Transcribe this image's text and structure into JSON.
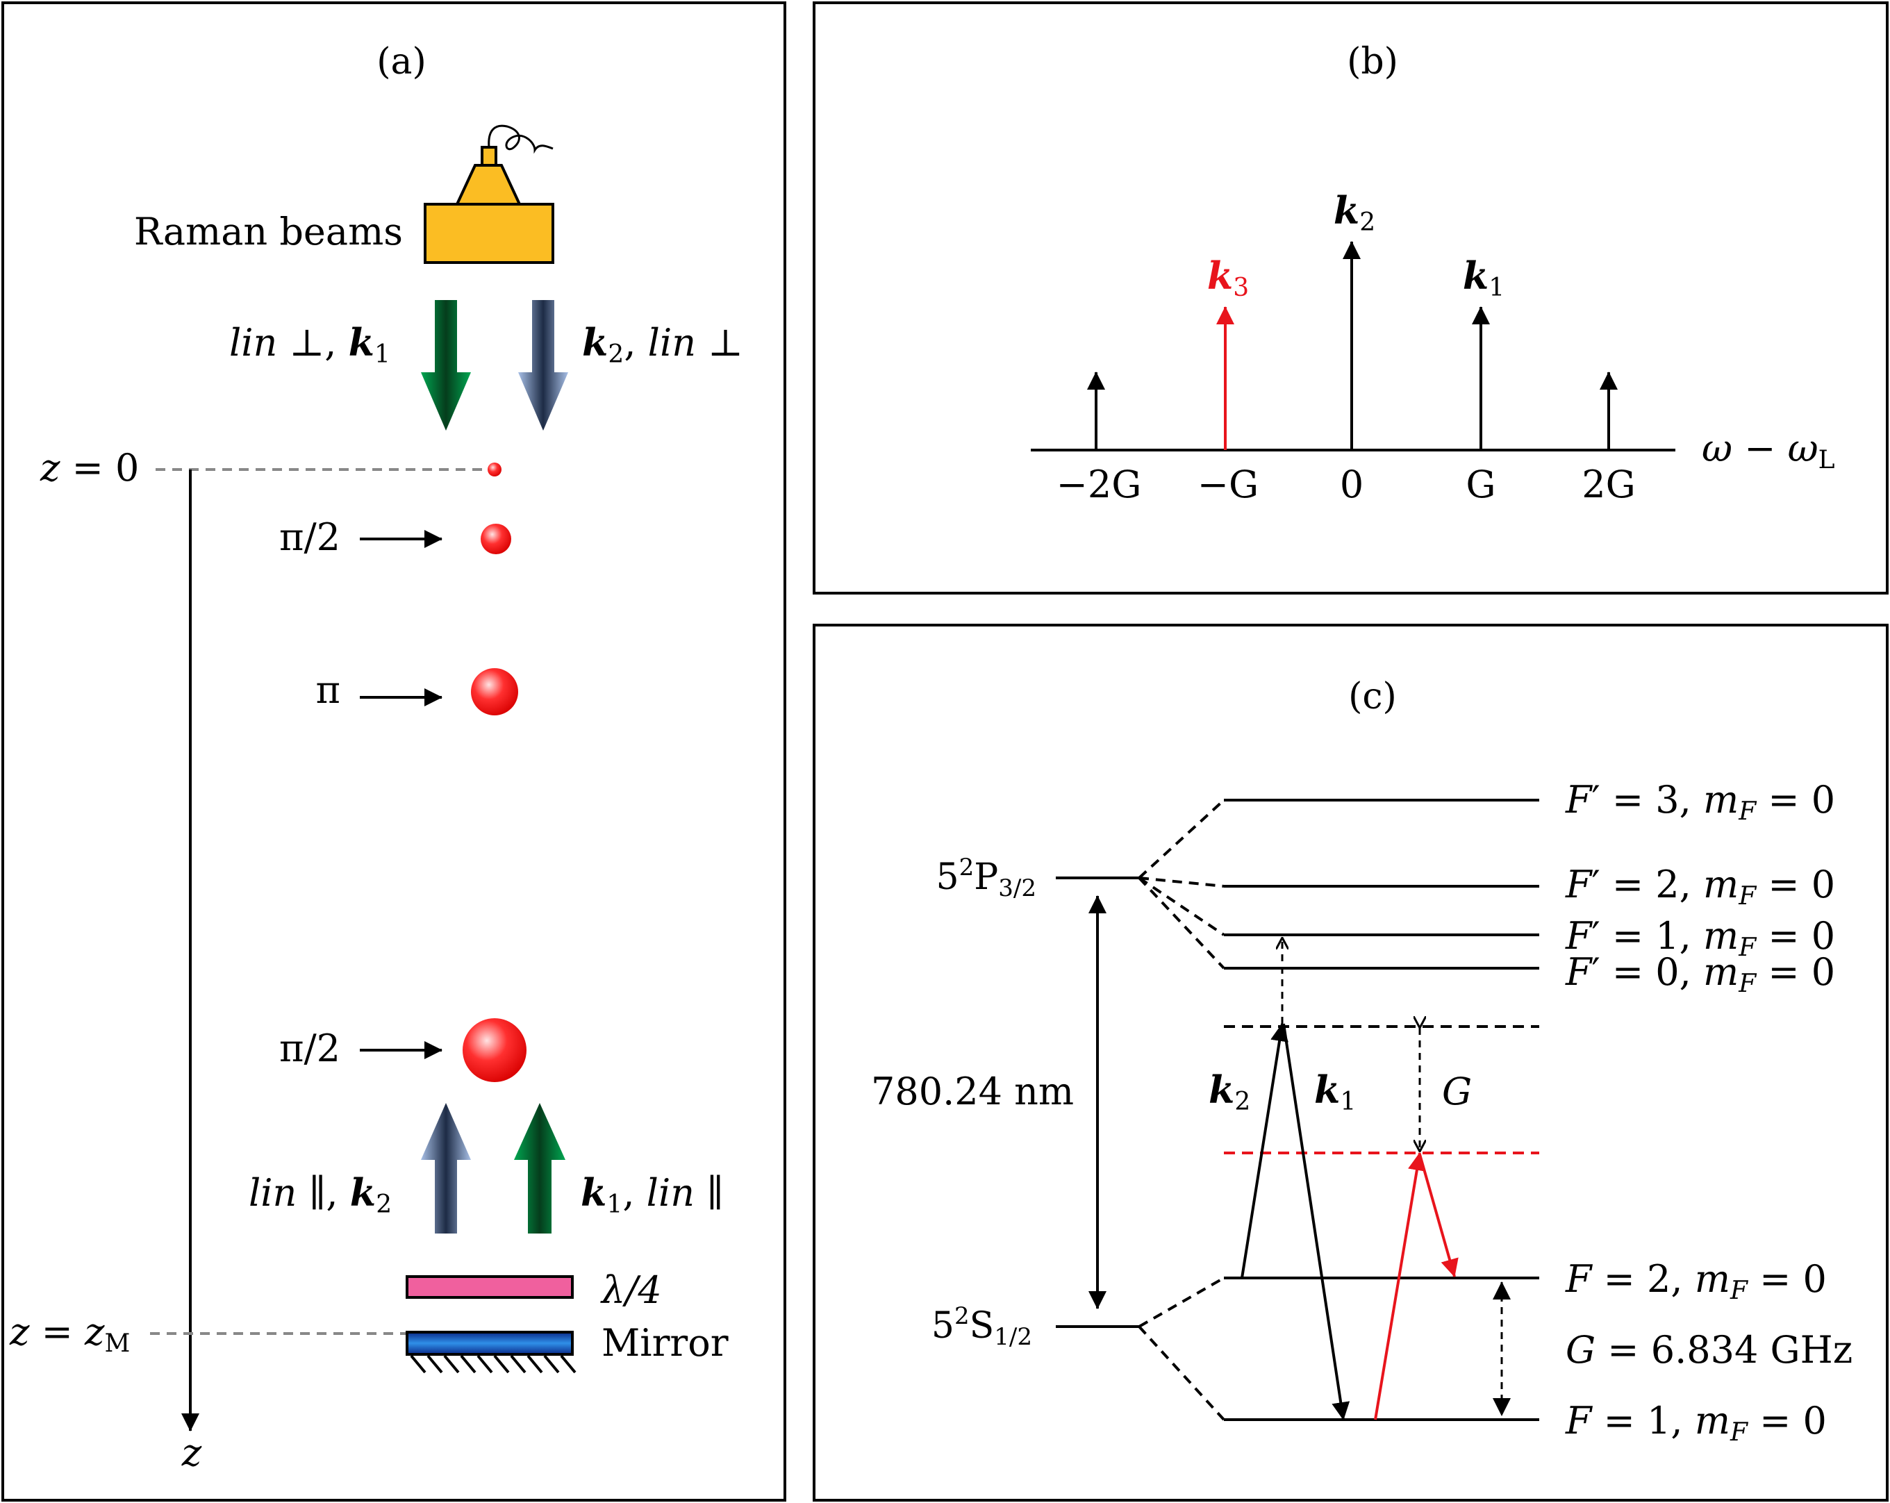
{
  "panel_a": {
    "label": "(a)",
    "source_label": "Raman beams",
    "down_left_label": "lin ⊥, k₁",
    "down_right_label": "k₂, lin ⊥",
    "up_left_label": "lin ∥, k₂",
    "up_right_label": "k₁, lin ∥",
    "z0_label": "z = 0",
    "zM_label": "z = zM",
    "z_axis_label": "z",
    "pulses": [
      "π/2",
      "π",
      "π/2"
    ],
    "waveplate_label": "λ/4",
    "mirror_label": "Mirror",
    "colors": {
      "beam_green": "#0a8a3a",
      "beam_blue": "#8eaad6",
      "source": "#fbbd23",
      "waveplate": "#f0609e",
      "mirror": "#1b63c6",
      "atom": "#ff2a2a"
    }
  },
  "panel_b": {
    "label": "(b)",
    "axis_label": "ω − ωL",
    "ticks": [
      "−2G",
      "−G",
      "0",
      "G",
      "2G"
    ],
    "peak_labels": {
      "k3": "k3",
      "k2": "k2",
      "k1": "k1"
    },
    "colors": {
      "k3": "#e8141c"
    }
  },
  "panel_c": {
    "label": "(c)",
    "upper_state": "5²P3/2",
    "lower_state": "5²S1/2",
    "wavelength": "780.24 nm",
    "levels": [
      "F′ = 3, mF = 0",
      "F′ = 2, mF = 0",
      "F′ = 1, mF = 0",
      "F′ = 0, mF = 0",
      "F = 2, mF = 0",
      "F = 1, mF = 0"
    ],
    "k2_label": "k2",
    "k1_label": "k1",
    "detuning_label": "G",
    "splitting_label": "G = 6.834 GHz",
    "colors": {
      "red": "#e8141c"
    }
  }
}
